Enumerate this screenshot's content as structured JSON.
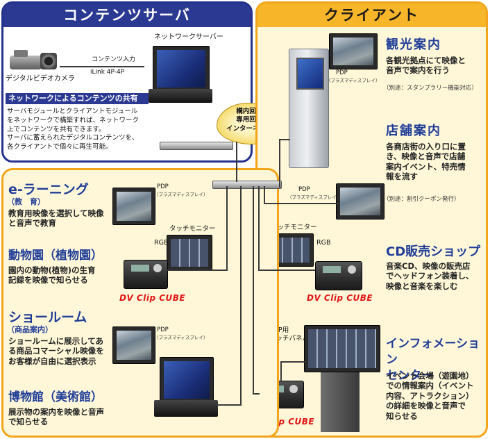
{
  "server": {
    "header": "コンテンツサーバ",
    "camera_label": "デジタルビデオカメラ",
    "input_label": "コンテンツ入力",
    "ilink_label": "iLink 4P-4P",
    "server_label": "ネットワークサーバー",
    "sharing_title": "ネットワークによるコンテンツの共有",
    "sharing_text": "サーバモジュールとクライアントモジュール\nをネットワークで構築すれば、ネットワーク\n上でコンテンツを共有できます。\nサーバに蓄えられたデジタルコンテンツを、\n各クライアントで個々に再生可能。"
  },
  "network_cloud": "構内回線\n専用回線\nインターネット",
  "client": {
    "header": "クライアント",
    "sightseeing": {
      "title": "観光案内",
      "text": "各観光拠点にて映像と\n音声で案内を行う",
      "note": "（別途：スタンプラリー機能対応）",
      "pdp": "PDP",
      "pdp_sub": "（プラズマディスプレイ）"
    },
    "shop": {
      "title": "店舗案内",
      "text": "各商店街の入り口に置\nき、映像と音声で店舗\n案内イベント、特売情\n報を流す",
      "note": "（別途：割引クーポン発行）",
      "pdp": "PDP",
      "pdp_sub": "（プラズマディスプレイ）"
    },
    "cd": {
      "title": "CD販売ショップ",
      "text": "音楽CD、映像の販売店\nでヘッドフォン装着し、\n映像と音楽を楽しむ",
      "touch": "タッチモニター",
      "rgb": "RGB",
      "cube": "DV Clip CUBE"
    },
    "info": {
      "title": "インフォメーション\nセンター",
      "text": "イベント会場（遊園地）\nでの情報案内（イベント\n内容、アトラクション）\nの詳細を映像と音声で\n知らせる",
      "pdp_touch": "PDP用\nタッチパネル",
      "cube": "DV Clip CUBE"
    }
  },
  "lower": {
    "elearning": {
      "title": "e-ラーニング",
      "sub": "（教　育）",
      "text": "教育用映像を選択して映像\nと音声で教育",
      "pdp": "PDP",
      "pdp_sub": "（プラズマディスプレイ）",
      "touch": "タッチモニター",
      "rgb": "RGB",
      "cube": "DV Clip CUBE"
    },
    "zoo": {
      "title": "動物園（植物園）",
      "text": "園内の動物(植物)の生育\n記録を映像で知らせる"
    },
    "showroom": {
      "title": "ショールーム",
      "sub": "（商品案内）",
      "text": "ショールームに展示してあ\nる商品コマーシャル映像を\nお客様が自由に選択表示",
      "pdp": "PDP",
      "pdp_sub": "（プラズマディスプレイ）"
    },
    "museum": {
      "title": "博物館（美術館）",
      "text": "展示物の案内を映像と音声\nで知らせる"
    }
  },
  "colors": {
    "server_blue": "#2b3993",
    "client_orange": "#f7b52a",
    "title_blue": "#1f3d99",
    "cube_red": "#e01616"
  }
}
